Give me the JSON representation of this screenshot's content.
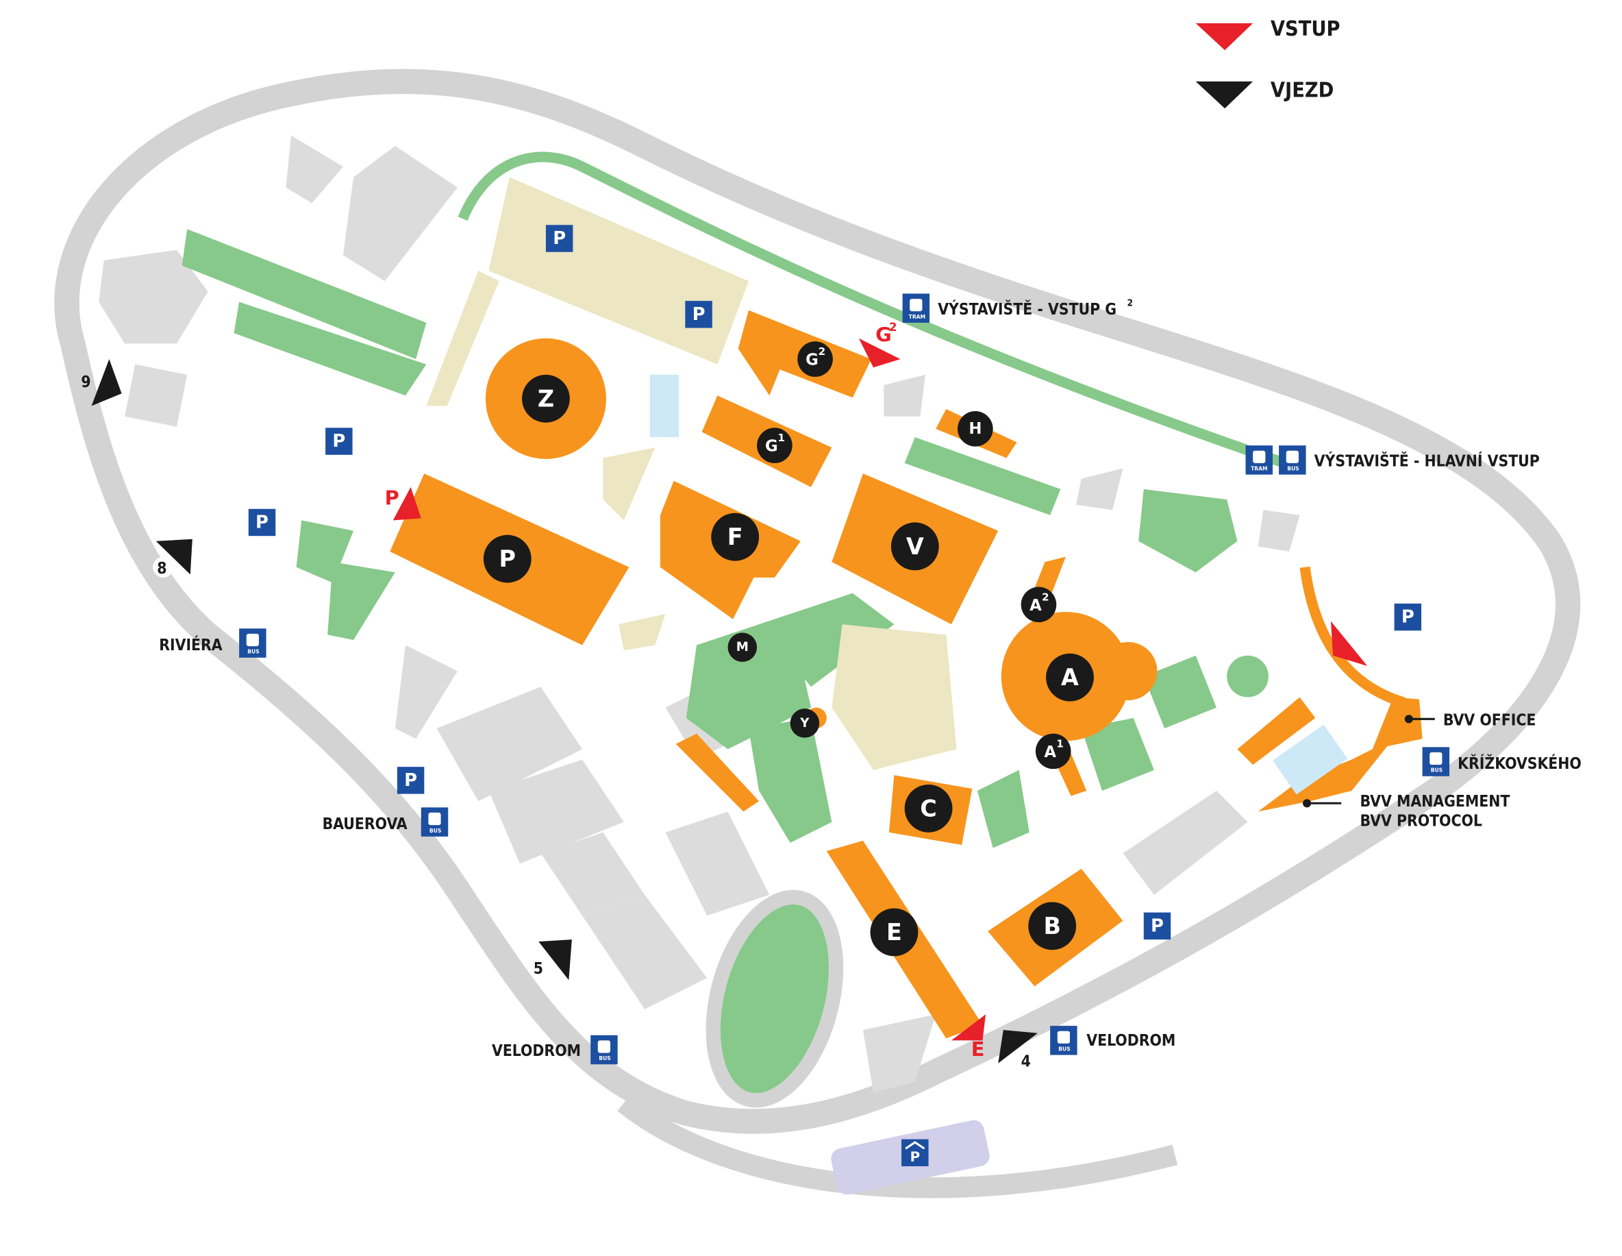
{
  "legend": {
    "entrance_label": "VSTUP",
    "vehicle_entry_label": "VJEZD",
    "entrance_color": "#E8202A",
    "vehicle_color": "#1A1A1A"
  },
  "colors": {
    "pavilion": "#F7941D",
    "green": "#86C98A",
    "other_building": "#DCDCDC",
    "parking_area": "#ECE6C2",
    "parking_sign": "#1D4FA0"
  },
  "pavilions": {
    "Z": "Z",
    "P": "P",
    "F": "F",
    "V": "V",
    "G1": "G",
    "G2": "G",
    "H": "H",
    "A": "A",
    "A1": "A",
    "A2": "A",
    "C": "C",
    "B": "B",
    "E": "E",
    "M": "M",
    "Y": "Y",
    "sup1": "1",
    "sup2": "2"
  },
  "entrances": {
    "g2": "G",
    "g2_sup": "2",
    "p": "P",
    "e": "E"
  },
  "vehicle_entries": [
    "9",
    "8",
    "5",
    "4"
  ],
  "parking_sign": "P",
  "transit": {
    "bus": "BUS",
    "tram": "TRAM"
  },
  "stops": {
    "vstup_g2": "VÝSTAVIŠTĚ - VSTUP G",
    "vstup_g2_sup": "2",
    "hlavni_vstup": "VÝSTAVIŠTĚ - HLAVNÍ VSTUP",
    "riviera": "RIVIÉRA",
    "bauerova": "BAUEROVA",
    "velodrom_west": "VELODROM",
    "velodrom_east": "VELODROM",
    "krizkovskeho": "KŘÍŽKOVSKÉHO"
  },
  "places": {
    "bvv_office": "BVV OFFICE",
    "bvv_management": "BVV MANAGEMENT",
    "bvv_protocol": "BVV PROTOCOL"
  }
}
